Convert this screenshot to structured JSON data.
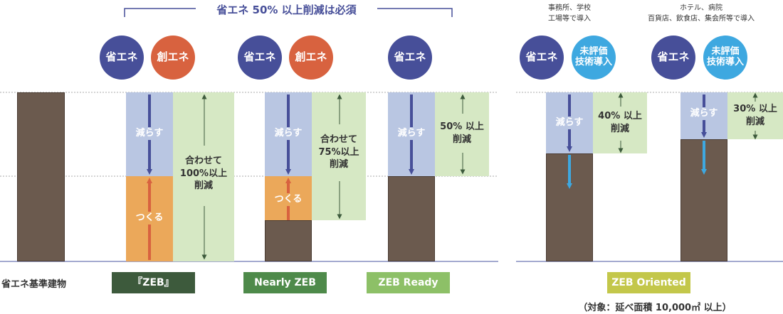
{
  "title": "省エネ 50% 以上削減は必須",
  "baseline_label": "省エネ基準建物",
  "icons": {
    "save": "省エネ",
    "create": "創エネ",
    "tech": "未評価\n技術導入"
  },
  "notes": {
    "left": "事務所、学校\n工場等で導入",
    "right": "ホテル、病院\n百貨店、飲食店、集会所等で導入"
  },
  "labels": {
    "reduce": "減らす",
    "make": "つくる",
    "zeb_total": "合わせて\n100%以上\n削減",
    "nearly_total": "合わせて\n75%以上\n削減",
    "ready_total": "50% 以上\n削減",
    "oriented40": "40% 以上\n削減",
    "oriented30": "30% 以上\n削減"
  },
  "badges": {
    "zeb": "『ZEB』",
    "nearly": "Nearly ZEB",
    "ready": "ZEB Ready",
    "oriented": "ZEB Oriented"
  },
  "footnote": "（対象：延べ面積 10,000㎡ 以上）",
  "colors": {
    "save": "#474f99",
    "create": "#d8623f",
    "tech": "#3ea8e0",
    "bar": "#6b5a4e",
    "badge_zeb": "#3d5a3c",
    "badge_nearly": "#4e8a4a",
    "badge_ready": "#8dc067",
    "badge_oriented": "#c3c74a"
  }
}
